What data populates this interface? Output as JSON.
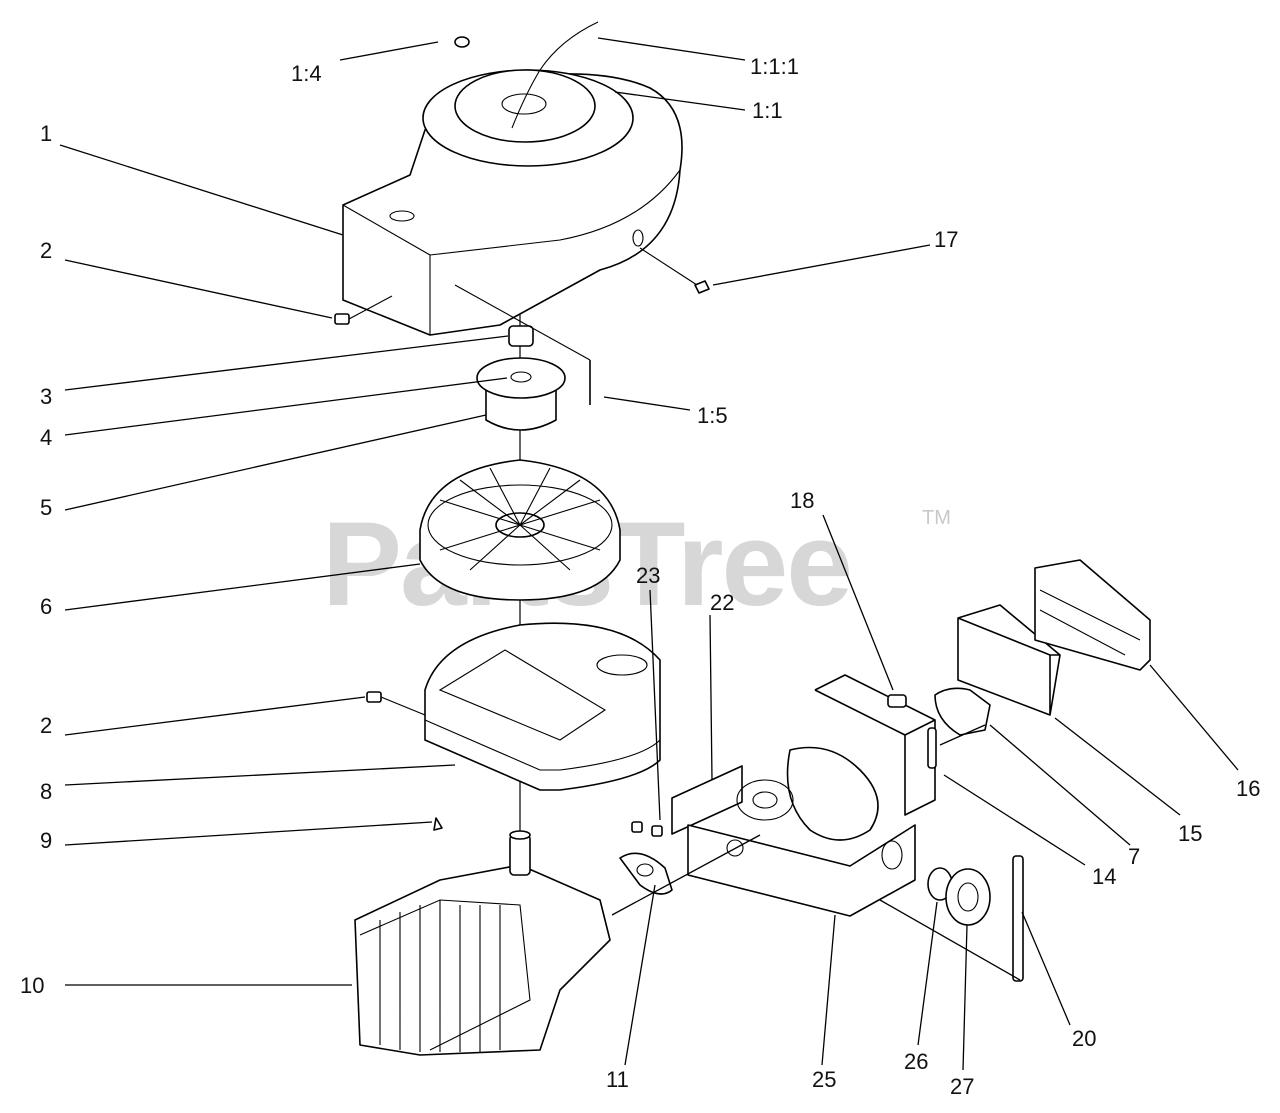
{
  "watermark": {
    "text": "PartsTree",
    "trademark": "TM"
  },
  "callouts": {
    "c1_4": "1:4",
    "c1_1_1": "1:1:1",
    "c1_1": "1:1",
    "c1": "1",
    "c17": "17",
    "c2a": "2",
    "c3": "3",
    "c4": "4",
    "c1_5": "1:5",
    "c5": "5",
    "c18": "18",
    "c6": "6",
    "c23": "23",
    "c22": "22",
    "c2b": "2",
    "c16": "16",
    "c8": "8",
    "c15": "15",
    "c7": "7",
    "c14": "14",
    "c9": "9",
    "c10": "10",
    "c20": "20",
    "c11": "11",
    "c25": "25",
    "c26": "26",
    "c27": "27"
  }
}
